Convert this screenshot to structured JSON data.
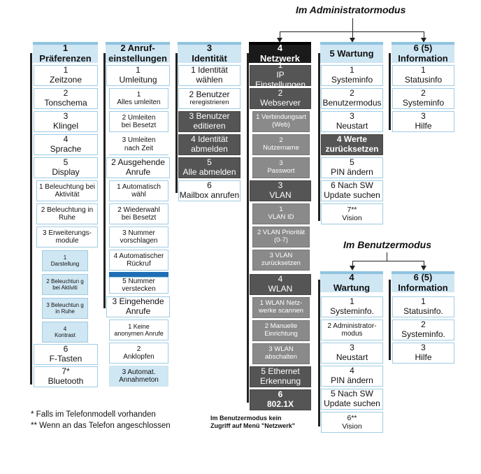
{
  "admin_mode_title": "Im Administratormodus",
  "user_mode_title": "Im  Benutzermodus",
  "col1": {
    "header": [
      "1",
      "Präferenzen"
    ],
    "items": [
      [
        "1",
        "Zeitzone"
      ],
      [
        "2",
        "Tonschema"
      ],
      [
        "3",
        "Klingel"
      ],
      [
        "4",
        "Sprache"
      ],
      [
        "5",
        "Display"
      ]
    ],
    "display_sub": [
      [
        "1 Beleuchtung bei",
        "Aktivität"
      ],
      [
        "2 Beleuchtung in",
        "Ruhe"
      ],
      [
        "3 Erweiterungs-",
        "module"
      ]
    ],
    "module_sub": [
      [
        "1",
        "Darstellung"
      ],
      [
        "2    Beleuchtun  g",
        "bei Aktiviti"
      ],
      [
        "3    Beleuchtun  g",
        "in Ruhe"
      ],
      [
        "4",
        "Kontrast"
      ]
    ],
    "items_after": [
      [
        "6",
        "F-Tasten"
      ],
      [
        "7*",
        "Bluetooth"
      ]
    ]
  },
  "col2": {
    "header": [
      "2 Anruf-",
      "einstellungen"
    ],
    "umleitung": [
      "1",
      "Umleitung"
    ],
    "umleitung_sub": [
      [
        "1",
        "Alles umleiten"
      ],
      [
        "2 Umleiten",
        "bei Besetzt"
      ],
      [
        "3 Umleiten",
        "nach Zeit"
      ]
    ],
    "ausgehende": [
      "2 Ausgehende",
      "Anrufe"
    ],
    "ausgehende_sub": [
      [
        "1 Automatisch",
        "wähl"
      ],
      [
        "2 Wiederwahl",
        "bei Besetzt"
      ],
      [
        "3 Nummer",
        "vorschlagen"
      ],
      [
        "4 Automatischer",
        "Rückruf"
      ],
      [
        "5 Nummer",
        "verstecken"
      ]
    ],
    "eingehende": [
      "3 Eingehende",
      "Anrufe"
    ],
    "eingehende_sub": [
      [
        "1 Keine",
        "anonymen     Anrufe"
      ],
      [
        "2",
        "Anklopfen"
      ],
      [
        "3 Automat.",
        "Annahmeton"
      ]
    ]
  },
  "col3": {
    "header": [
      "3",
      "Identität"
    ],
    "items": [
      [
        "1 Identität",
        "wählen"
      ],
      [
        "2  Benutzer",
        "reregistrieren"
      ],
      [
        "3  Benutzer",
        "editieren"
      ],
      [
        "4  Identität",
        "abmelden"
      ],
      [
        "5",
        "Alle abmelden"
      ],
      [
        "6",
        "Mailbox anrufen"
      ]
    ]
  },
  "col4": {
    "header": [
      "4",
      "Netzwerk"
    ],
    "ip": [
      "1",
      "IP Einstellungen"
    ],
    "webserver": [
      "2",
      "Webserver"
    ],
    "webserver_sub": [
      [
        "1 Verbindungsart",
        "(Web)"
      ],
      [
        "2",
        "Nutzername"
      ],
      [
        "3",
        "Passwort"
      ]
    ],
    "vlan": [
      "3",
      "VLAN"
    ],
    "vlan_sub": [
      [
        "1",
        "VLAN ID"
      ],
      [
        "2 VLAN Priorität",
        "(0-7)"
      ],
      [
        "3  VLAN",
        "zurücksetzen"
      ]
    ],
    "wlan": [
      "4",
      "WLAN"
    ],
    "wlan_sub": [
      [
        "1 WLAN Netz-",
        "werke scannen"
      ],
      [
        "2  Manuelle",
        "Einrichtung"
      ],
      [
        "3    WLAN",
        "abschalten"
      ]
    ],
    "ethernet": [
      "5 Ethernet",
      "Erkennung"
    ],
    "dot1x": [
      "6",
      "802.1X"
    ]
  },
  "col5": {
    "header": [
      "5 Wartung",
      ""
    ],
    "items": [
      [
        "1",
        "Systeminfo"
      ],
      [
        "2",
        "Benutzermodus"
      ],
      [
        "3",
        "Neustart"
      ],
      [
        "4  Werte",
        "zurücksetzen"
      ],
      [
        "5",
        "PIN ändern"
      ],
      [
        "6 Nach SW",
        "Update suchen"
      ],
      [
        "7**",
        "Vision"
      ]
    ]
  },
  "col6": {
    "header": [
      "6 (5)",
      "Information"
    ],
    "items": [
      [
        "1",
        "Statusinfo"
      ],
      [
        "2",
        "Systeminfo"
      ],
      [
        "3",
        "Hilfe"
      ]
    ]
  },
  "user5": {
    "header": [
      "4",
      "Wartung"
    ],
    "items": [
      [
        "1",
        "Systeminfo."
      ],
      [
        "2 Administrator-",
        "modus"
      ],
      [
        "3",
        "Neustart"
      ],
      [
        "4",
        "PIN ändern"
      ],
      [
        "5 Nach SW",
        "Update suchen"
      ],
      [
        "6**",
        "Vision"
      ]
    ]
  },
  "user6": {
    "header": [
      "6 (5)",
      "Information"
    ],
    "items": [
      [
        "1",
        "Statusinfo."
      ],
      [
        "2",
        "Systeminfo."
      ],
      [
        "3",
        "Hilfe"
      ]
    ]
  },
  "footnotes": [
    "* Falls im Telefonmodell vorhanden",
    "** Wenn an das Telefon angeschlossen"
  ],
  "network_note": [
    "Im Benutzermodus kein",
    "Zugriff auf Menü \"Netzwerk\""
  ]
}
